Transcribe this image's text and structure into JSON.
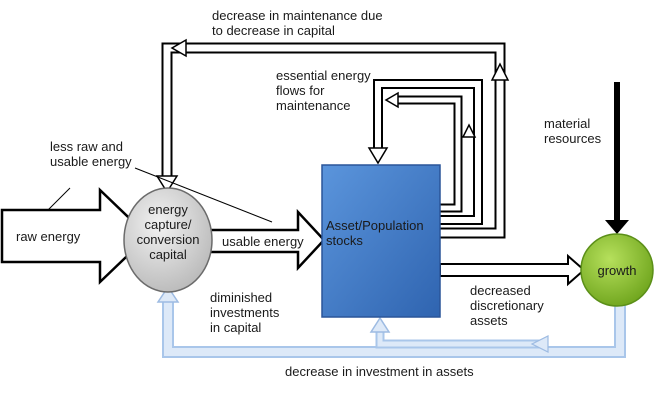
{
  "labels": {
    "top_loop": "decrease in maintenance due\nto decrease in capital",
    "essential": "essential energy\nflows for\nmaintenance",
    "less_raw": "less raw and\nusable energy",
    "raw_energy": "raw energy",
    "usable_energy": "usable energy",
    "material": "material\nresources",
    "diminished": "diminished\ninvestments\nin capital",
    "decreased_discretionary": "decreased\ndiscretionary\nassets",
    "bottom_loop": "decrease in investment in assets"
  },
  "nodes": {
    "capture": "energy\ncapture/\nconversion\ncapital",
    "stocks": "Asset/Population\nstocks",
    "growth": "growth"
  },
  "colors": {
    "stocks_fill": "#4a7fc6",
    "growth_fill": "#86bf2a",
    "capture_fill": "#cfcfcf",
    "feedback_arrow": "#c8dbf3"
  }
}
